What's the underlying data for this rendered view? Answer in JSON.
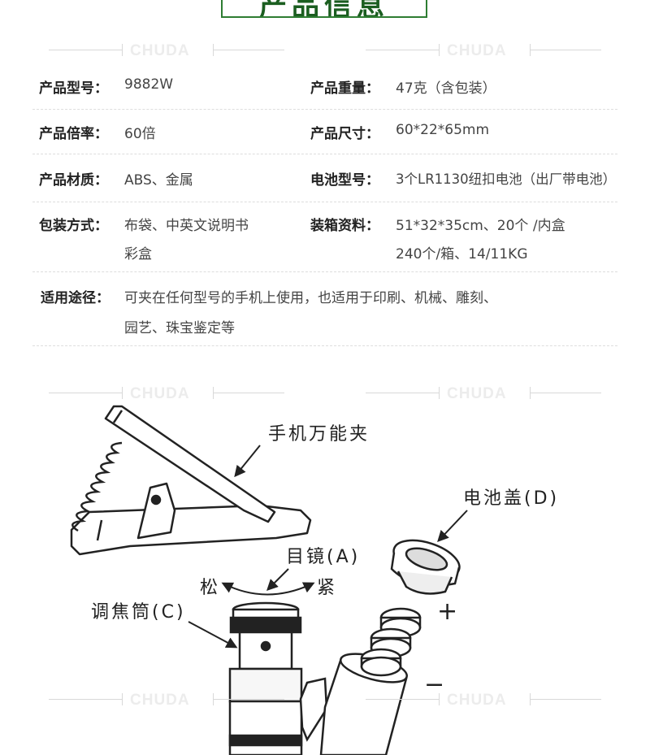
{
  "page_title": "产品信息",
  "watermark": "CHUDA",
  "specs": {
    "model": {
      "label": "产品型号：",
      "value": "9882W"
    },
    "weight": {
      "label": "产品重量：",
      "value": "47克（含包装）"
    },
    "magnification": {
      "label": "产品倍率：",
      "value": "60倍"
    },
    "size": {
      "label": "产品尺寸：",
      "value": "60*22*65mm"
    },
    "material": {
      "label": "产品材质：",
      "value": "ABS、金属"
    },
    "battery": {
      "label": "电池型号：",
      "value": "3个LR1130纽扣电池（出厂带电池）"
    },
    "packaging": {
      "label": "包装方式：",
      "value_line1": "布袋、中英文说明书",
      "value_line2": "彩盒"
    },
    "carton": {
      "label": "装箱资料：",
      "value_line1": "51*32*35cm、20个 /内盒",
      "value_line2": "240个/箱、14/11KG"
    },
    "usage": {
      "label": "适用途径：",
      "value_line1": "可夹在任何型号的手机上使用，也适用于印刷、机械、雕刻、",
      "value_line2": "园艺、珠宝鉴定等"
    }
  },
  "diagram": {
    "clip": "手机万能夹",
    "battery_cover": "电池盖(D)",
    "eyepiece": "目镜(A)",
    "loosen": "松",
    "tighten": "紧",
    "focus_tube": "调焦筒(C)",
    "plus": "+",
    "minus": "−"
  }
}
